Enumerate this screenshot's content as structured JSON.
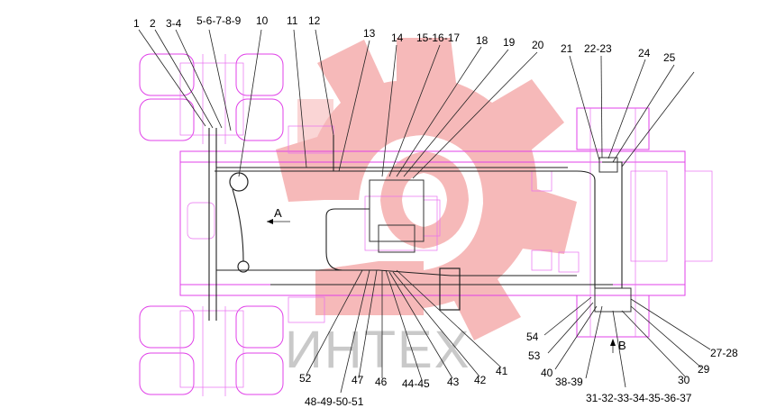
{
  "watermark": {
    "text": "ИНТЕХ",
    "color": "#f4a9a9"
  },
  "colors": {
    "frame": "#e040e8",
    "pipes": "#222222"
  },
  "view_labels": {
    "a": "A",
    "b": "B"
  },
  "callouts_top": [
    {
      "id": "c1",
      "text": "1"
    },
    {
      "id": "c2",
      "text": "2"
    },
    {
      "id": "c3",
      "text": "3-4"
    },
    {
      "id": "c5",
      "text": "5-6-7-8-9"
    },
    {
      "id": "c10",
      "text": "10"
    },
    {
      "id": "c11",
      "text": "11"
    },
    {
      "id": "c12",
      "text": "12"
    },
    {
      "id": "c13",
      "text": "13"
    },
    {
      "id": "c14",
      "text": "14"
    },
    {
      "id": "c15",
      "text": "15-16-17"
    },
    {
      "id": "c18",
      "text": "18"
    },
    {
      "id": "c19",
      "text": "19"
    },
    {
      "id": "c20",
      "text": "20"
    },
    {
      "id": "c21",
      "text": "21"
    },
    {
      "id": "c22",
      "text": "22-23"
    },
    {
      "id": "c24",
      "text": "24"
    },
    {
      "id": "c25",
      "text": "25"
    }
  ],
  "callouts_bottom": [
    {
      "id": "c27",
      "text": "27-28"
    },
    {
      "id": "c29",
      "text": "29"
    },
    {
      "id": "c30",
      "text": "30"
    },
    {
      "id": "c31",
      "text": "31-32-33-34-35-36-37"
    },
    {
      "id": "c38",
      "text": "38-39"
    },
    {
      "id": "c40",
      "text": "40"
    },
    {
      "id": "c41",
      "text": "41"
    },
    {
      "id": "c42",
      "text": "42"
    },
    {
      "id": "c43",
      "text": "43"
    },
    {
      "id": "c44",
      "text": "44-45"
    },
    {
      "id": "c46",
      "text": "46"
    },
    {
      "id": "c47",
      "text": "47"
    },
    {
      "id": "c48",
      "text": "48-49-50-51"
    },
    {
      "id": "c52",
      "text": "52"
    },
    {
      "id": "c53",
      "text": "53"
    },
    {
      "id": "c54",
      "text": "54"
    }
  ]
}
